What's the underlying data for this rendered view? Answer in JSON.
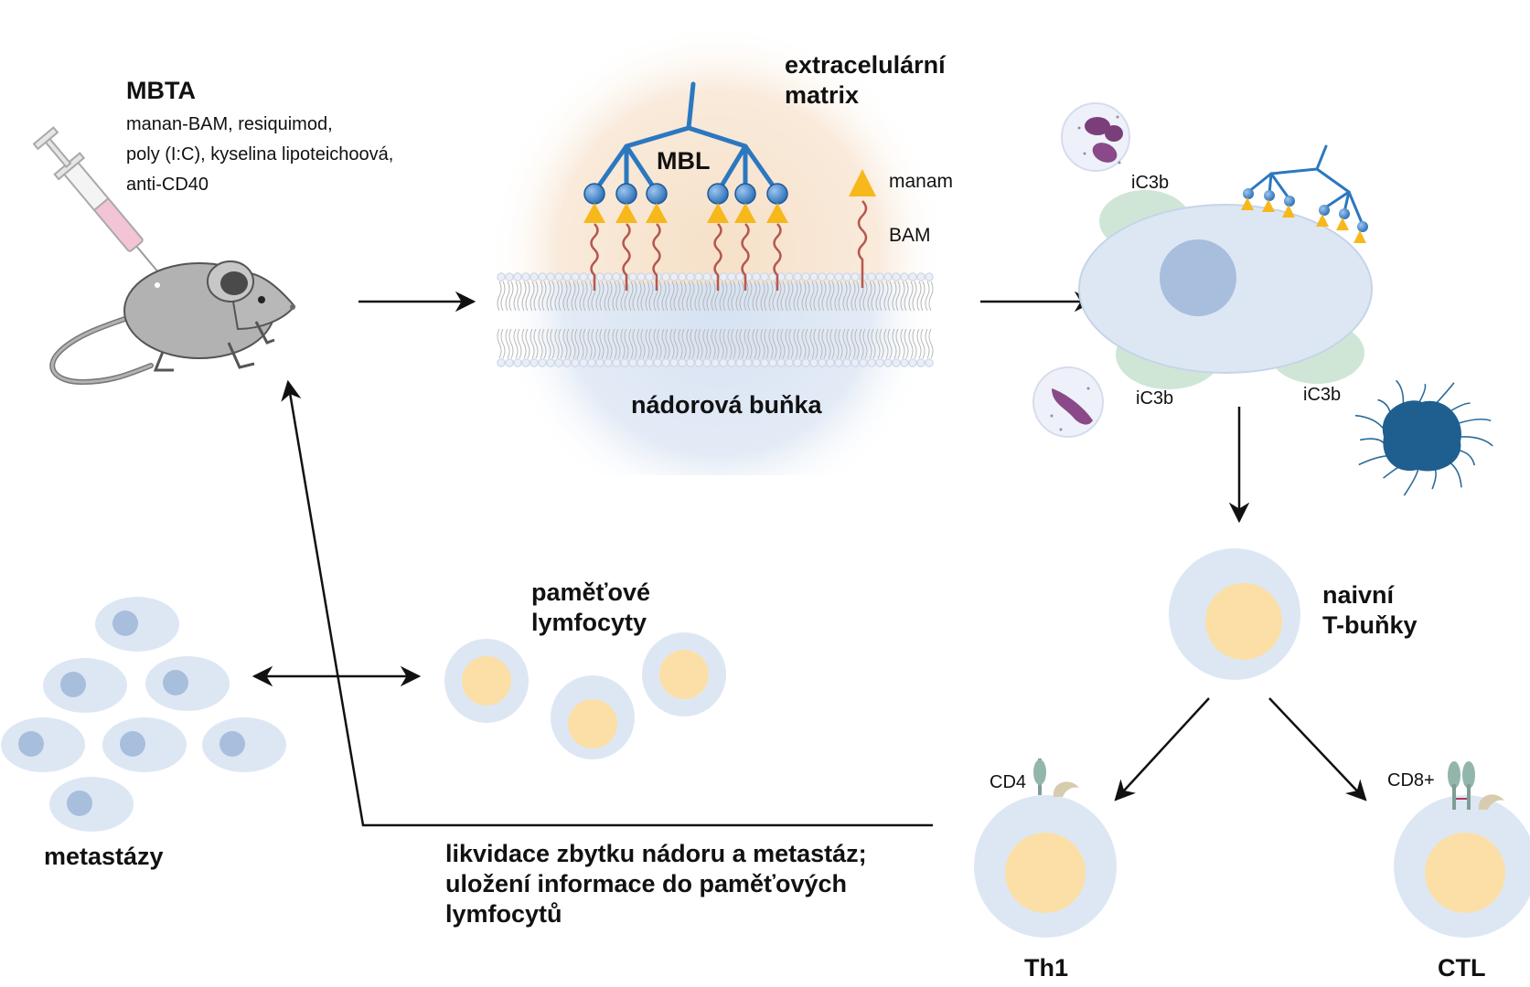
{
  "mbta": {
    "title": "MBTA",
    "lines": [
      "manan-BAM, resiquimod,",
      "poly (I:C), kyselina lipoteichoová,",
      "anti-CD40"
    ]
  },
  "membrane": {
    "ecm_label_1": "extracelulární",
    "ecm_label_2": "matrix",
    "mbl_label": "MBL",
    "manam_label": "manam",
    "bam_label": "BAM",
    "cell_label": "nádorová buňka"
  },
  "opsonized": {
    "ic3b_top": "iC3b",
    "ic3b_bottom_left": "iC3b",
    "ic3b_bottom_right": "iC3b"
  },
  "naive": {
    "line1": "naivní",
    "line2": "T-buňky"
  },
  "th1": {
    "receptor": "CD4",
    "name": "Th1"
  },
  "ctl": {
    "receptor": "CD8+",
    "name": "CTL"
  },
  "memory": {
    "line1": "paměťové",
    "line2": "lymfocyty"
  },
  "metastases": {
    "label": "metastázy"
  },
  "outcome": {
    "line1": "likvidace zbytku nádoru a metastáz;",
    "line2": "uložení informace do paměťových",
    "line3": "lymfocytů"
  },
  "colors": {
    "mbl_blue": "#2b78c0",
    "triangle": "#f6b81b",
    "bam_stalk": "#b5584e",
    "cell_body": "#dde7f4",
    "nucleus": "#a8bedd",
    "lymph_core": "#fbdfa6",
    "ic3b_green": "#cfe6d6"
  },
  "icons": [
    "syringe-icon",
    "mouse-icon",
    "neutrophil-icon",
    "dendritic-cell-icon"
  ]
}
